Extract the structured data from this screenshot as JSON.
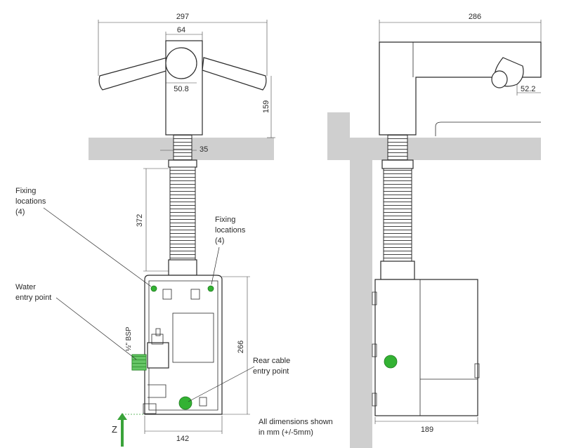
{
  "dimensions": {
    "front_width": "297",
    "hub_width": "64",
    "hub_diameter": "50.8",
    "height_above_counter": "159",
    "thread_diameter": "35",
    "hose_length": "372",
    "unit_height": "266",
    "unit_width": "142",
    "side_reach": "286",
    "side_arm_diameter": "52.2",
    "unit_depth": "189"
  },
  "labels": {
    "fixing_left": [
      "Fixing",
      "locations",
      "(4)"
    ],
    "fixing_right": [
      "Fixing",
      "locations",
      "(4)"
    ],
    "water_entry": [
      "Water",
      "entry point"
    ],
    "bsp": "½\" BSP",
    "rear_cable": [
      "Rear cable",
      "entry point"
    ],
    "note": [
      "All dimensions shown",
      "in mm (+/-5mm)"
    ],
    "z_axis": "Z"
  },
  "colors": {
    "counter": "#cfcfcf",
    "green_marker": "#33b233",
    "z_arrow": "#3aa33a"
  }
}
